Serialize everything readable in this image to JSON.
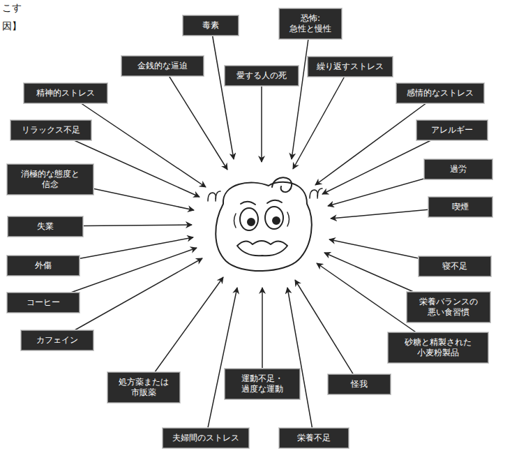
{
  "diagram": {
    "nodes": [
      {
        "text": [
          "毒素"
        ]
      },
      {
        "text": [
          "恐怖: 急性と慢性"
        ]
      },
      {
        "text": [
          "金銭的な逼迫"
        ]
      },
      {
        "text": [
          "愛する人の死"
        ]
      },
      {
        "text": [
          "繰り返すストレス"
        ]
      },
      {
        "text": [
          "精神的ストレス"
        ]
      },
      {
        "text": [
          "感情的なストレス"
        ]
      },
      {
        "text": [
          "リラックス不足"
        ]
      },
      {
        "text": [
          "アレルギー"
        ]
      },
      {
        "text": [
          "消極的な態度と 信念"
        ]
      },
      {
        "text": [
          "過労"
        ]
      },
      {
        "text": [
          "失業"
        ]
      },
      {
        "text": [
          "喫煙"
        ]
      },
      {
        "text": [
          "外傷"
        ]
      },
      {
        "text": [
          "寝不足"
        ]
      },
      {
        "text": [
          "コーヒー"
        ]
      },
      {
        "text": [
          "栄養バランスの 悪い食習慣"
        ]
      },
      {
        "text": [
          "カフェイン"
        ]
      },
      {
        "text": [
          "砂糖と精製された 小麦粉製品"
        ]
      },
      {
        "text": [
          "処方薬または 市販薬"
        ]
      },
      {
        "text": [
          "運動不足・ 過度な運動"
        ]
      },
      {
        "text": [
          "怪我"
        ]
      },
      {
        "text": [
          "夫婦間のストレス"
        ]
      },
      {
        "text": [
          "栄養不足"
        ]
      }
    ],
    "labels": [
      "こす",
      "因】"
    ]
  }
}
